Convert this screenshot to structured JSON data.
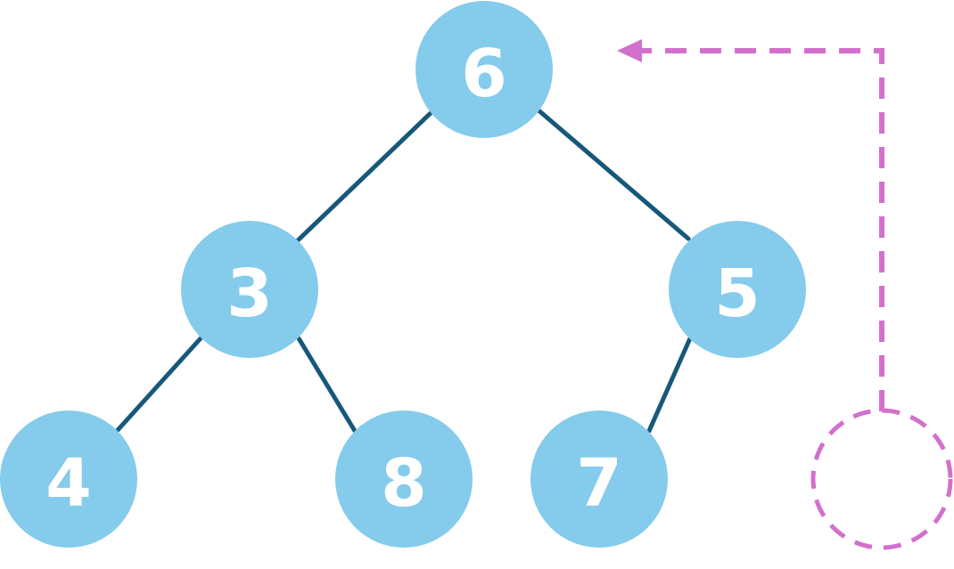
{
  "colors": {
    "node_fill": "#85cbeb",
    "edge_stroke": "#17587a",
    "node_text": "#ffffff",
    "removed_slot": "#d36fcd"
  },
  "tree": {
    "root": "6",
    "level1_left": "3",
    "level1_right": "5",
    "level2_left_left": "4",
    "level2_left_right": "8",
    "level2_right_left": "7"
  },
  "edges": [
    [
      "6",
      "3"
    ],
    [
      "6",
      "5"
    ],
    [
      "3",
      "4"
    ],
    [
      "3",
      "8"
    ],
    [
      "5",
      "7"
    ]
  ],
  "annotation": {
    "type": "dashed-arrow",
    "meaning": "empty-last-slot-value-moved-to-root"
  }
}
